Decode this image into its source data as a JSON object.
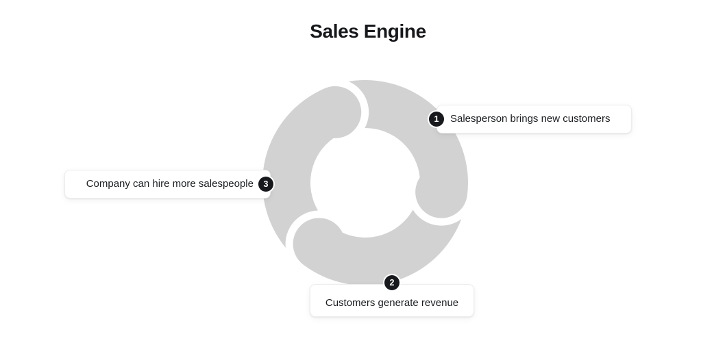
{
  "title": "Sales Engine",
  "diagram": {
    "type": "cycle",
    "segment_count": 3,
    "steps": [
      {
        "number": "1",
        "label": "Salesperson brings new customers"
      },
      {
        "number": "2",
        "label": "Customers generate revenue"
      },
      {
        "number": "3",
        "label": "Company can hire more salespeople"
      }
    ]
  },
  "colors": {
    "ring": "#D2D2D2",
    "badge_bg": "#17191C",
    "badge_text": "#FFFFFF",
    "card_bg": "#FFFFFF",
    "card_border": "#EDEDED",
    "text": "#1B1D20",
    "title": "#16181B"
  }
}
